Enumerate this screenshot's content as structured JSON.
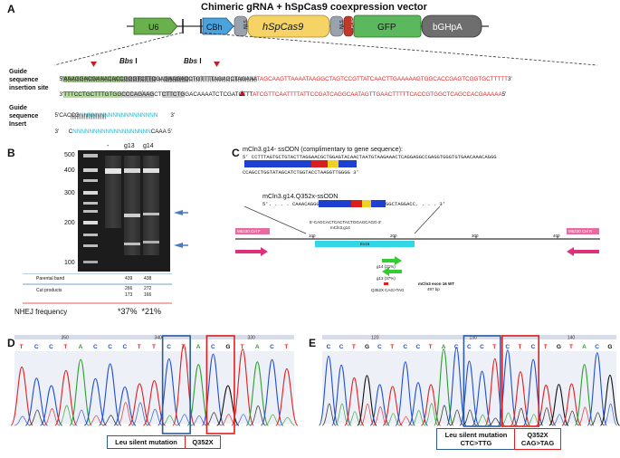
{
  "panelA": {
    "letter": "A",
    "title": "Chimeric gRNA + hSpCas9 coexpression vector",
    "vector_parts": {
      "u6": "U6",
      "cbh": "CBh",
      "nls1": "NLS",
      "cas9": "hSpCas9",
      "nls2": "NLS",
      "flag": "FLAG",
      "gfp": "GFP",
      "bghpa": "bGHpA"
    },
    "bbs1": "Bbs",
    "bbs1_roman": "I",
    "bbs2": "Bbs",
    "bbs2_roman": "I",
    "row_labels": [
      "Guide",
      "sequence",
      "insertion site"
    ],
    "top_prefix": "5'",
    "top_green": "AAAGGACGAAACACC",
    "top_gray1": "GGGTCTTC",
    "top_gap": "GA",
    "top_gray2": "GAAGAC",
    "top_black": "CTGTTTTAGAGCTAGAAA",
    "top_red": "TAGCAAGTTAAAATAAGGCTAGTCCGTTATCAACTTGAAAAAGTGGCACCGAGTCGGTGCTTTTT",
    "top_suffix": "3'",
    "bot_prefix": "3'",
    "bot_green": "TTTCCTGCTTTGTGG",
    "bot_gray1": "CCCAGAAG",
    "bot_gap": "CT",
    "bot_gray2": "CTTCTG",
    "bot_black": "GACAAAATCTCGATCTTT",
    "bot_red": "ATCGTTCAATTTTATTCCGATCAGGCAATAGTTGAACTTTTTCACCGTGGCTCAGCCACGAAAAA",
    "bot_suffix": "5'",
    "insert_labels": [
      "Guide",
      "sequence",
      "Insert"
    ],
    "ins_top_prefix": "5'",
    "ins_top_seq": "CACCG",
    "ins_top_n": "NNNNNNNNNNNNNNNNNNN",
    "ins_top_suffix": "3'",
    "ins_bot_prefix": "3'",
    "ins_bot_seq": "C",
    "ins_bot_n": "NNNNNNNNNNNNNNNNNNN",
    "ins_bot_tail": "CAAA",
    "ins_bot_suffix": "5'"
  },
  "panelB": {
    "letter": "B",
    "lane_labels": [
      "-",
      "g13",
      "g14"
    ],
    "ladder": [
      "500",
      "400",
      "300",
      "200",
      "100"
    ],
    "parental_label": "Parental band",
    "parental_vals": [
      "439",
      "438"
    ],
    "cut_label": "Cut products",
    "cut_vals_g13": [
      "266",
      "173"
    ],
    "cut_vals_g14": [
      "272",
      "166"
    ],
    "nhej_label": "NHEJ frequency",
    "nhej_vals": "*37%  *21%"
  },
  "panelC": {
    "letter": "C",
    "ssodn_title": "mCln3.g14- ssODN (complimentary to gene sequence):",
    "ssodn_seq_1": "5' CCTTTAGTGCTGTACTTAGGAACGCTGGAGTACAACTAATGTAAGAAACTCAGGAGGCCGAGGTGGGTGTGAACAAACAGGG",
    "ssodn_seq_3": "CCAGCCTGGTATAGCATCTGGTACCTAAGGTTGGGG 3'",
    "ssodn_q_title": "mCln3.g14.Q352x-ssODN",
    "ssodn_q_seq": "5'. . . . CAAACAGGG",
    "ssodn_q_seq_end": "GGCTAGGACC. . . . 3'",
    "primer_center_1": "5'-CAGCACTCACTACTGGAGCAGG-3'",
    "primer_center_2": "mCln3.g14",
    "fwd_primer": "M5230 Cel F",
    "rev_primer": "M5230 Cel R",
    "ticks": [
      "100",
      "200",
      "300",
      "400"
    ],
    "exon_label": "Ex16",
    "g14_label": "g14 (21%)",
    "g13_label": "g13 (37%)",
    "q352_label": "Q352X CAG>TAG",
    "gene_label": "mCln3 exon 16 WT",
    "gene_len": "497 bp"
  },
  "panelD": {
    "letter": "D",
    "bases": [
      "T",
      "C",
      "C",
      "T",
      "A",
      "C",
      "C",
      "C",
      "T",
      "T",
      "C",
      "T",
      "A",
      "C",
      "G",
      "T",
      "A",
      "C",
      "T"
    ],
    "scale": [
      "350",
      "340",
      "330"
    ],
    "leu_label": "Leu silent mutation",
    "q_label": "Q352X"
  },
  "panelE": {
    "letter": "E",
    "bases": [
      "C",
      "C",
      "T",
      "G",
      "C",
      "T",
      "C",
      "C",
      "T",
      "A",
      "C",
      "C",
      "C",
      "T",
      "C",
      "T",
      "C",
      "T",
      "G",
      "T",
      "A",
      "C",
      "G"
    ],
    "scale": [
      "120",
      "130",
      "140"
    ],
    "leu_label_1": "Leu silent mutation",
    "leu_label_2": "CTC>TTG",
    "q_label_1": "Q352X",
    "q_label_2": "CAG>TAG"
  },
  "colors": {
    "u6": "#6ab04c",
    "cbh": "#4aa3df",
    "nls": "#9aa3ad",
    "cas9": "#f6d365",
    "flag": "#c0392b",
    "gfp": "#5cb85c",
    "bghpa": "#6e6e6e",
    "red_seq": "#e02020",
    "cyan_seq": "#18b8d0",
    "green_highlight": "#b5d99c",
    "gray_highlight": "#c9c9c9",
    "blue_box": "#2e5c9a",
    "red_box": "#e02020",
    "pink_arrow": "#e0307a",
    "green_arrow": "#33cc33",
    "cyan_bar": "#33d6e6"
  }
}
